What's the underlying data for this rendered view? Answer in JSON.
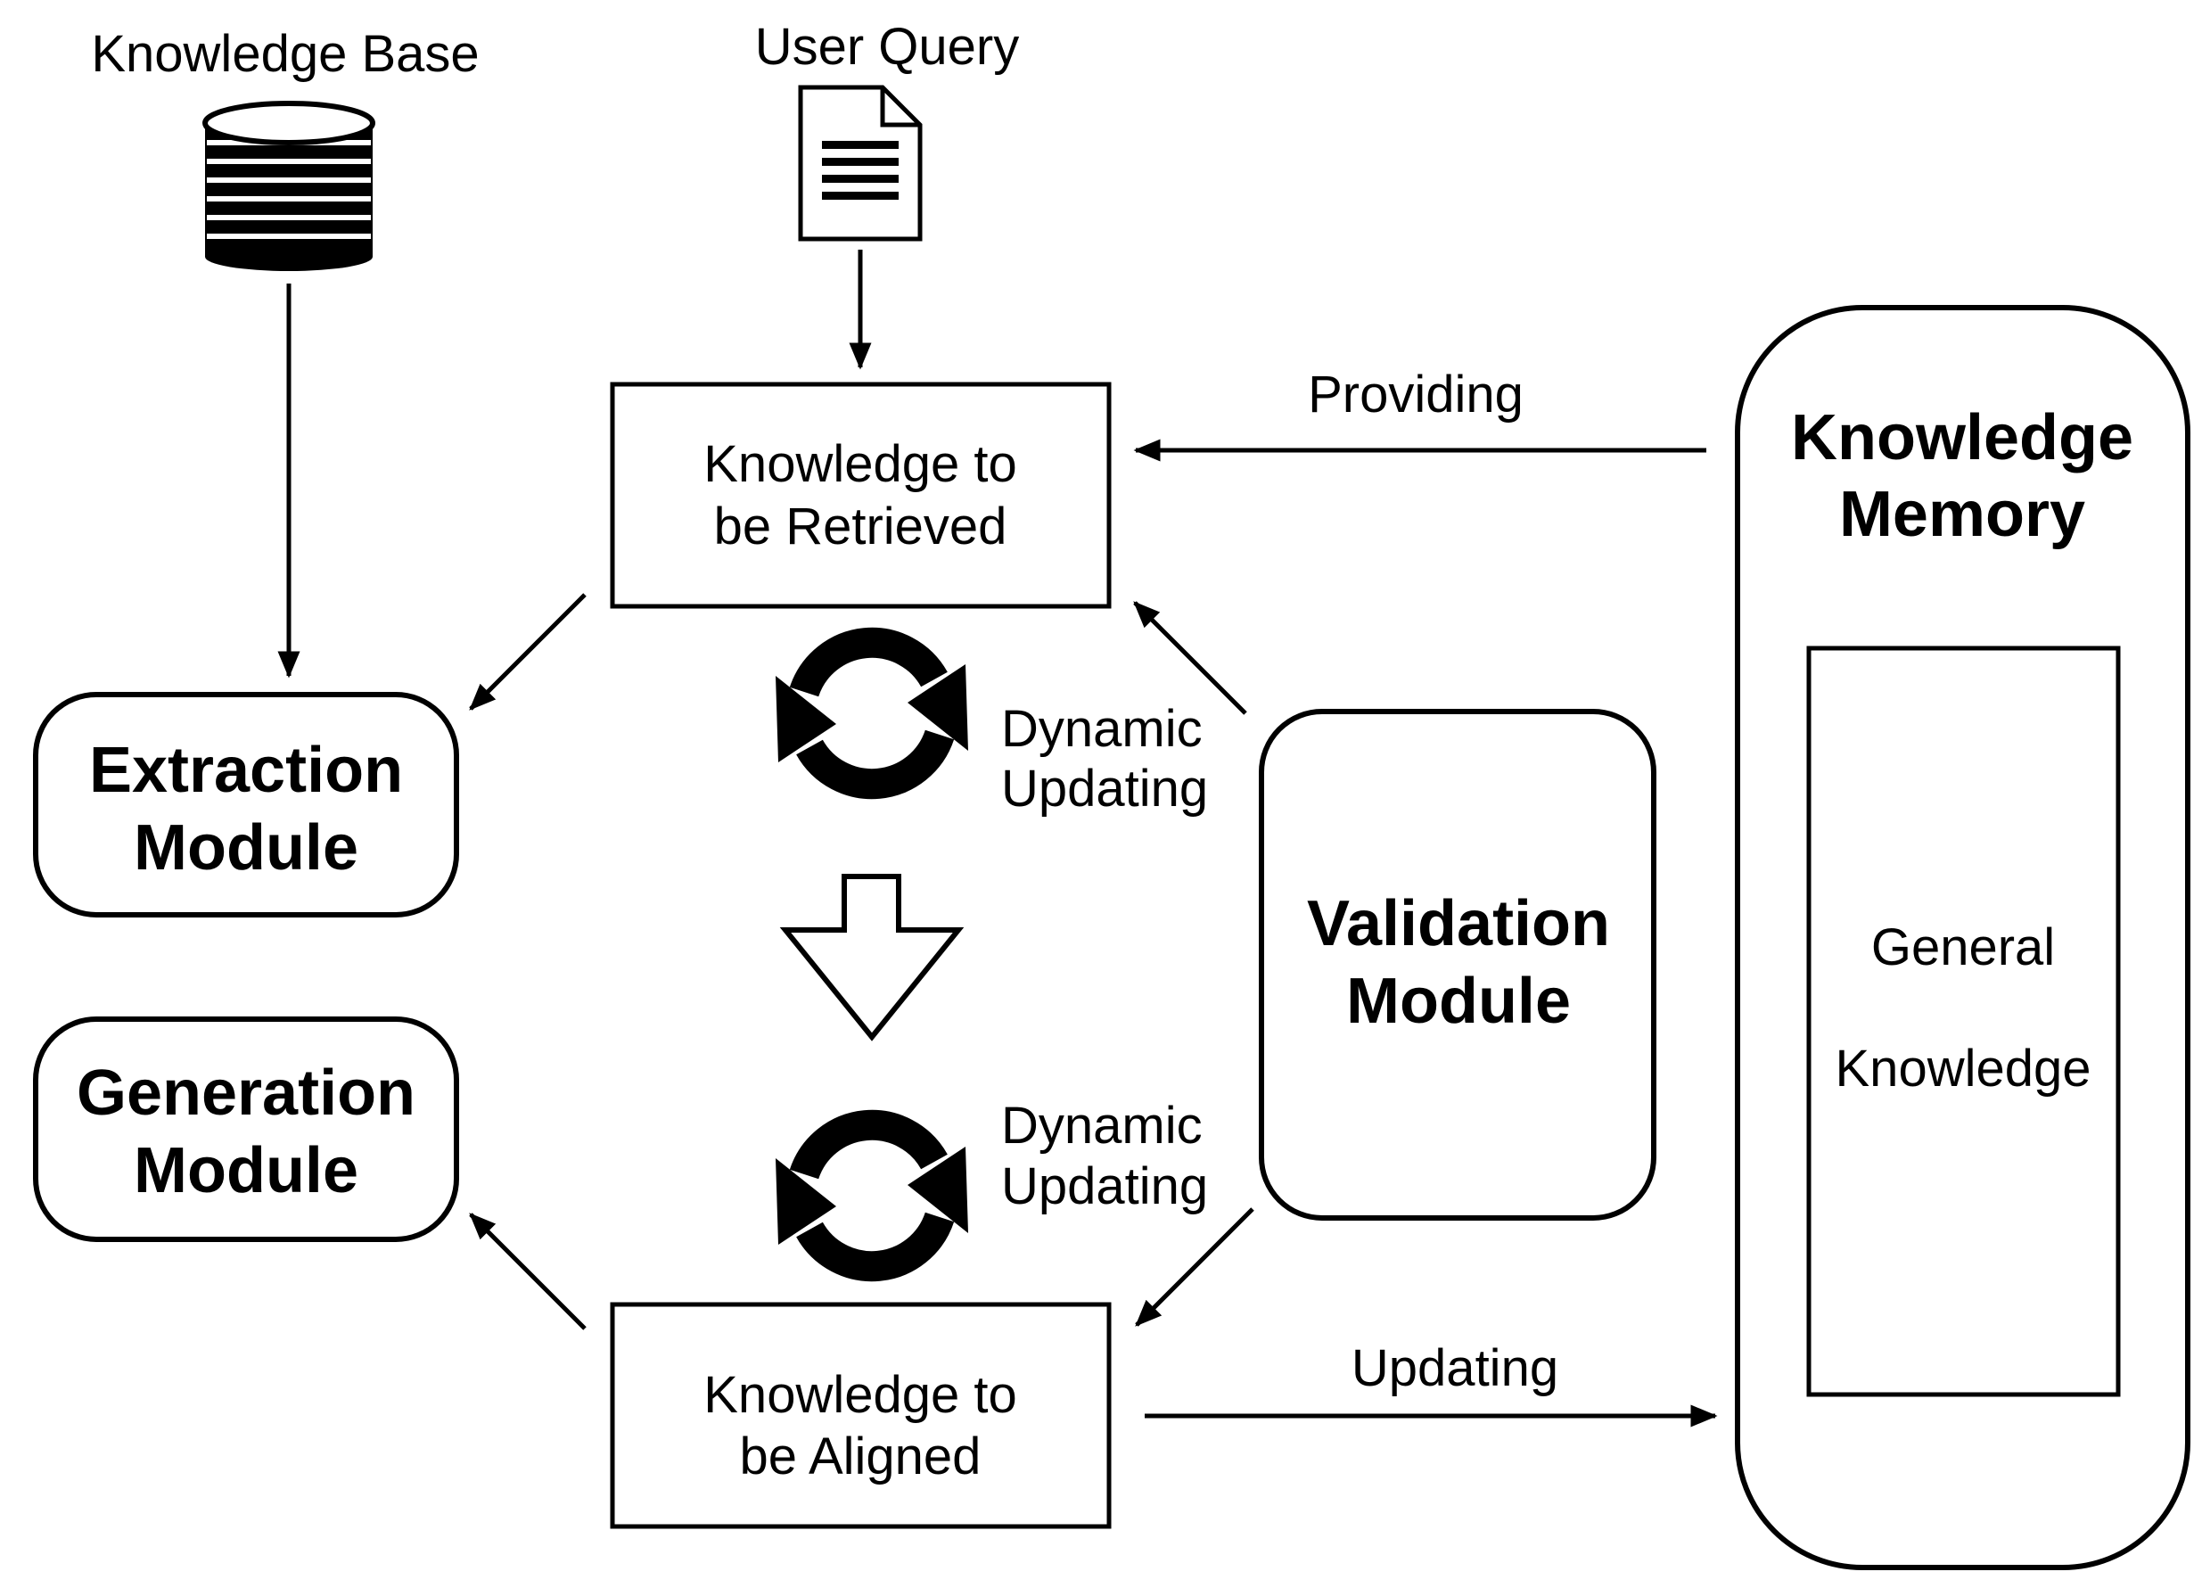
{
  "inputs": {
    "knowledge_base": "Knowledge Base",
    "user_query": "User Query"
  },
  "boxes": {
    "retrieved": [
      "Knowledge to",
      "be Retrieved"
    ],
    "aligned": [
      "Knowledge to",
      "be Aligned"
    ],
    "extraction": [
      "Extraction",
      "Module"
    ],
    "generation": [
      "Generation",
      "Module"
    ],
    "validation": [
      "Validation",
      "Module"
    ],
    "memory": [
      "Knowledge",
      "Memory"
    ],
    "general": [
      "General",
      "Knowledge"
    ]
  },
  "edges": {
    "providing": "Providing",
    "updating": "Updating",
    "dynamic_top": [
      "Dynamic",
      "Updating"
    ],
    "dynamic_bottom": [
      "Dynamic",
      "Updating"
    ]
  },
  "icons": {
    "database": "database-icon",
    "document": "document-icon",
    "refresh": "refresh-icon",
    "down_arrow": "hollow-down-arrow-icon"
  }
}
